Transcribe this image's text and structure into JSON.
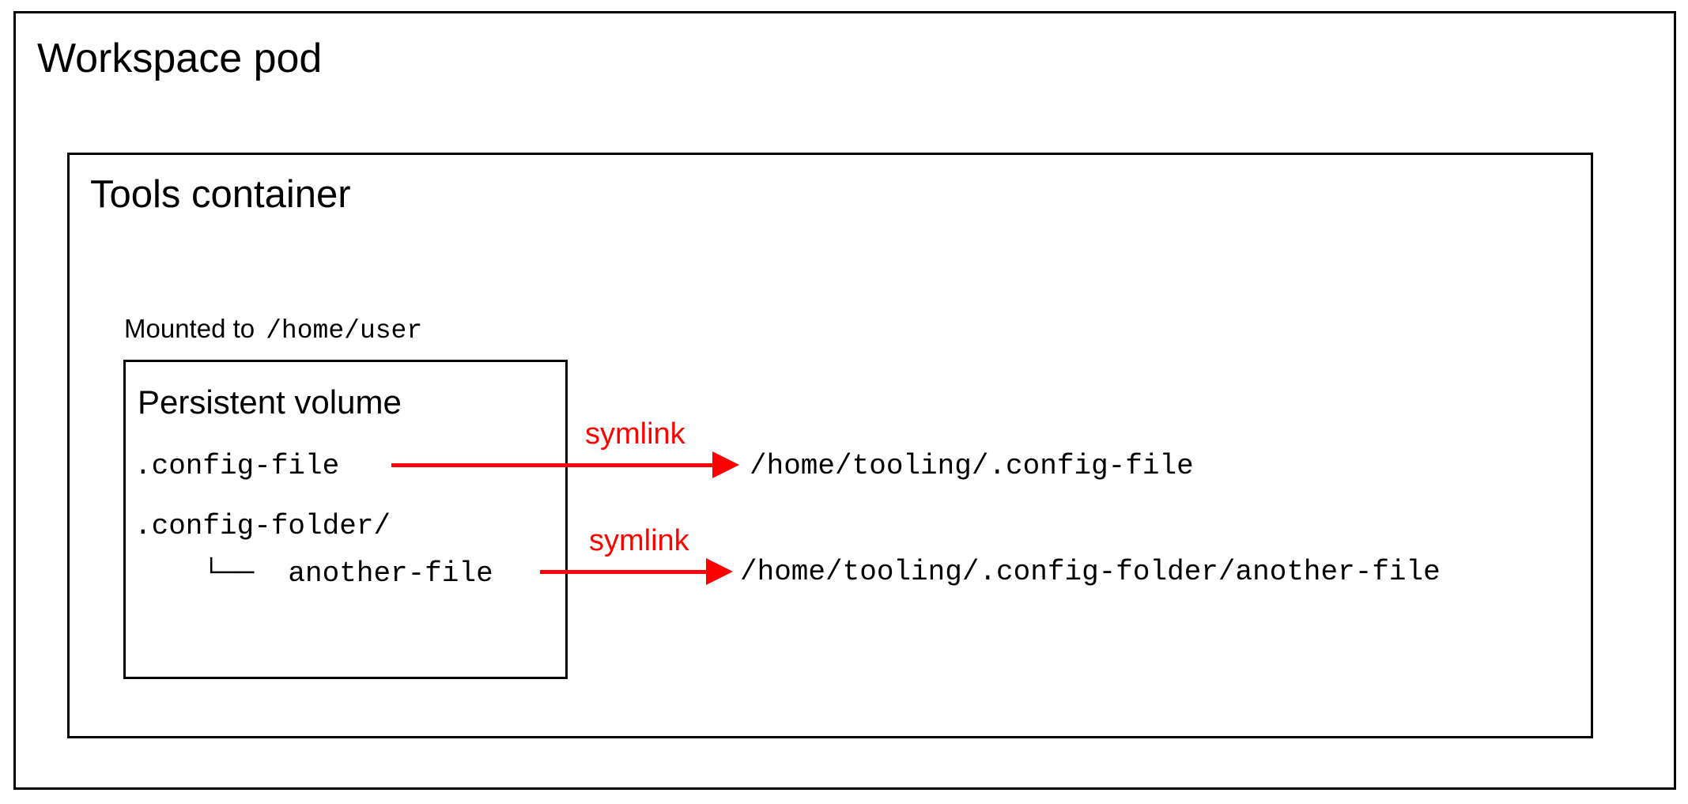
{
  "diagram": {
    "pod": {
      "title": "Workspace pod"
    },
    "tools_container": {
      "title": "Tools container"
    },
    "mount": {
      "prefix": "Mounted to",
      "path": "/home/user"
    },
    "volume": {
      "title": "Persistent volume",
      "entries": [
        {
          "name": ".config-file"
        },
        {
          "name": ".config-folder/"
        },
        {
          "name": "    └──  another-file"
        }
      ]
    },
    "links": [
      {
        "label": "symlink",
        "target": "/home/tooling/.config-file"
      },
      {
        "label": "symlink",
        "target": "/home/tooling/.config-folder/another-file"
      }
    ],
    "colors": {
      "symlink": "#ff0000",
      "border": "#000000",
      "background": "#ffffff"
    }
  }
}
